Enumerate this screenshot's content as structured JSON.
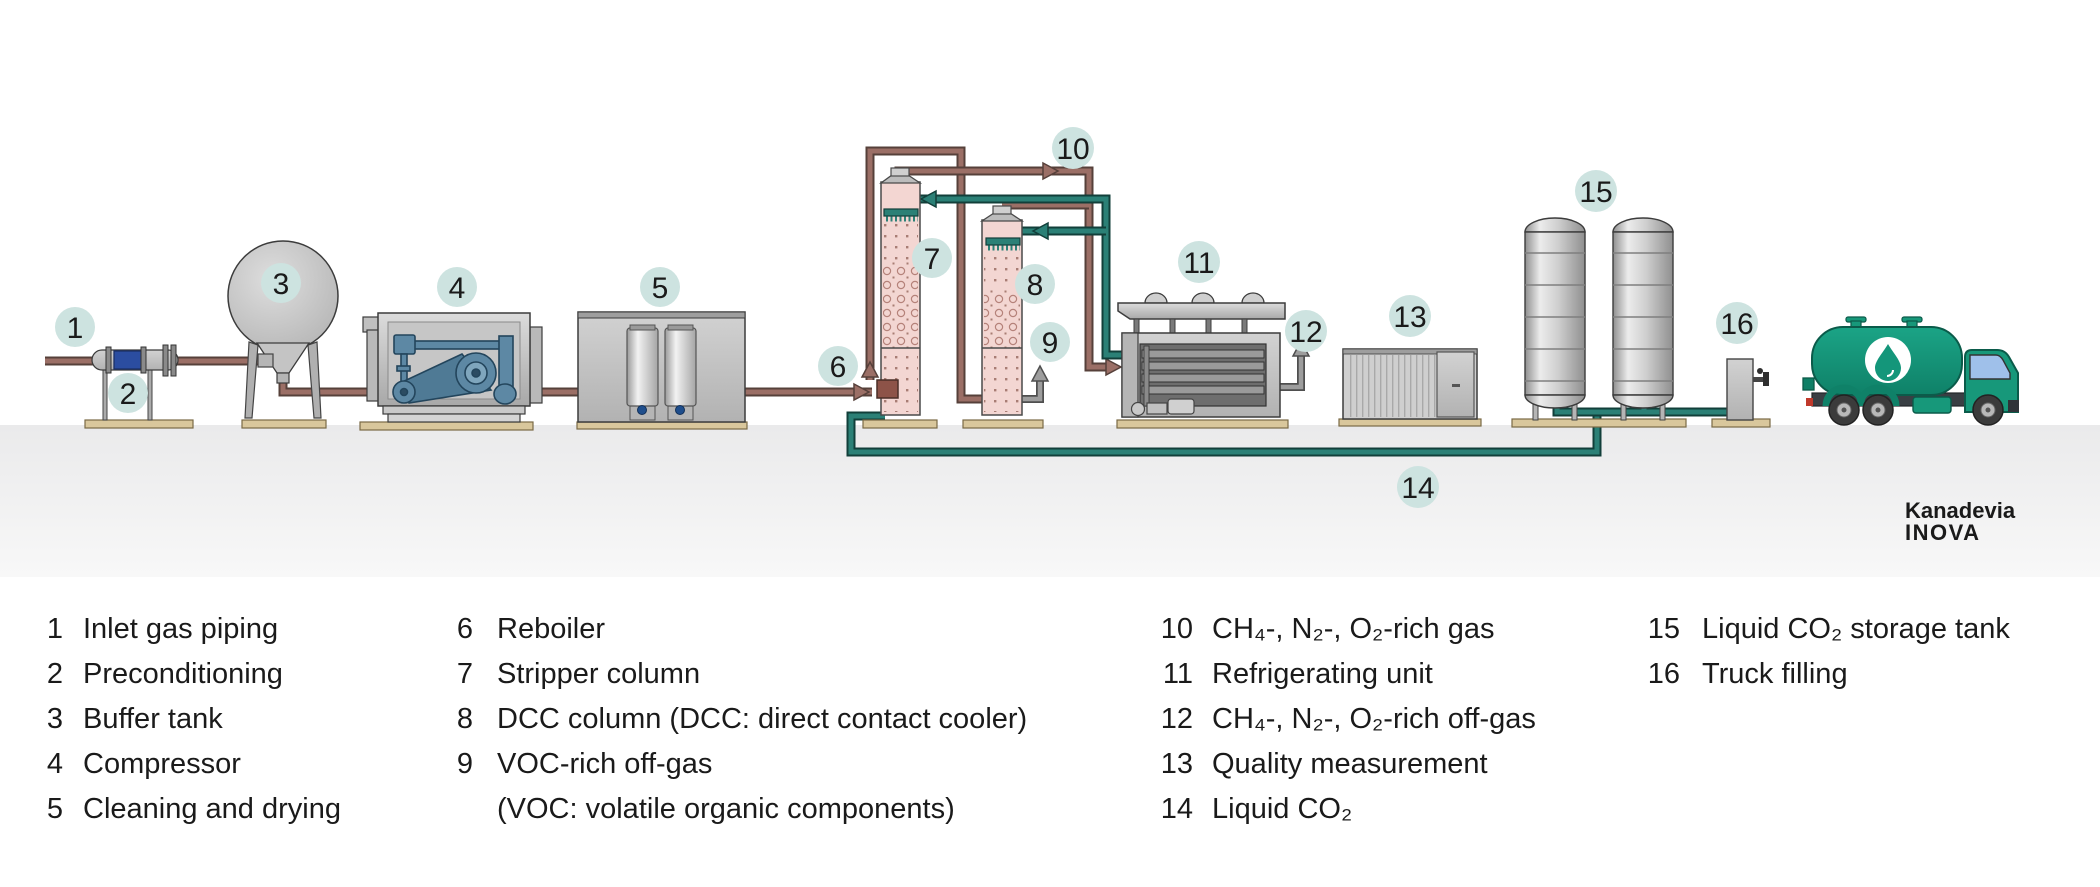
{
  "title": "CO2 liquefaction plant process diagram",
  "diagram": {
    "labels": [
      "1",
      "2",
      "3",
      "4",
      "5",
      "6",
      "7",
      "8",
      "9",
      "10",
      "11",
      "12",
      "13",
      "14",
      "15",
      "16"
    ],
    "vendor": {
      "line1": "Kanadevia",
      "line2": "INOVA"
    }
  },
  "legend": {
    "items_col1": [
      {
        "num": "1",
        "text": "Inlet gas piping"
      },
      {
        "num": "2",
        "text": "Preconditioning"
      },
      {
        "num": "3",
        "text": "Buffer tank"
      },
      {
        "num": "4",
        "text": "Compressor"
      },
      {
        "num": "5",
        "text": "Cleaning and drying"
      }
    ],
    "items_col2": [
      {
        "num": "6",
        "text": "Reboiler"
      },
      {
        "num": "7",
        "text": "Stripper column"
      },
      {
        "num": "8",
        "text": "DCC column (DCC: direct contact cooler)"
      },
      {
        "num": "9",
        "text": "VOC-rich off-gas"
      },
      {
        "num": "",
        "text": "(VOC: volatile organic components)"
      }
    ],
    "items_col3": [
      {
        "num": "10",
        "text": "CH₄-, N₂-, O₂-rich gas"
      },
      {
        "num": "11",
        "text": "Refrigerating unit"
      },
      {
        "num": "12",
        "text": "CH₄-, N₂-, O₂-rich off-gas"
      },
      {
        "num": "13",
        "text": "Quality measurement"
      },
      {
        "num": "14",
        "text": "Liquid CO₂"
      }
    ],
    "items_col4": [
      {
        "num": "15",
        "text": "Liquid CO₂ storage tank"
      },
      {
        "num": "16",
        "text": "Truck filling"
      }
    ]
  },
  "colors": {
    "gas_pipe": "#9b6f66",
    "gas_pipe_outline": "#56403a",
    "liquid_co2_pipe": "#2b8076",
    "liquid_co2_outline": "#123f3a",
    "vent_pipe": "#9d9d9d",
    "label_bubble": "#cde3e0",
    "column_fill": "#f3d6d2",
    "truck_green": "#17987a",
    "base_tan": "#d9c79c",
    "ground": "#ededee",
    "logo_green": "#2F9580",
    "logo_blue": "#2C568E"
  }
}
